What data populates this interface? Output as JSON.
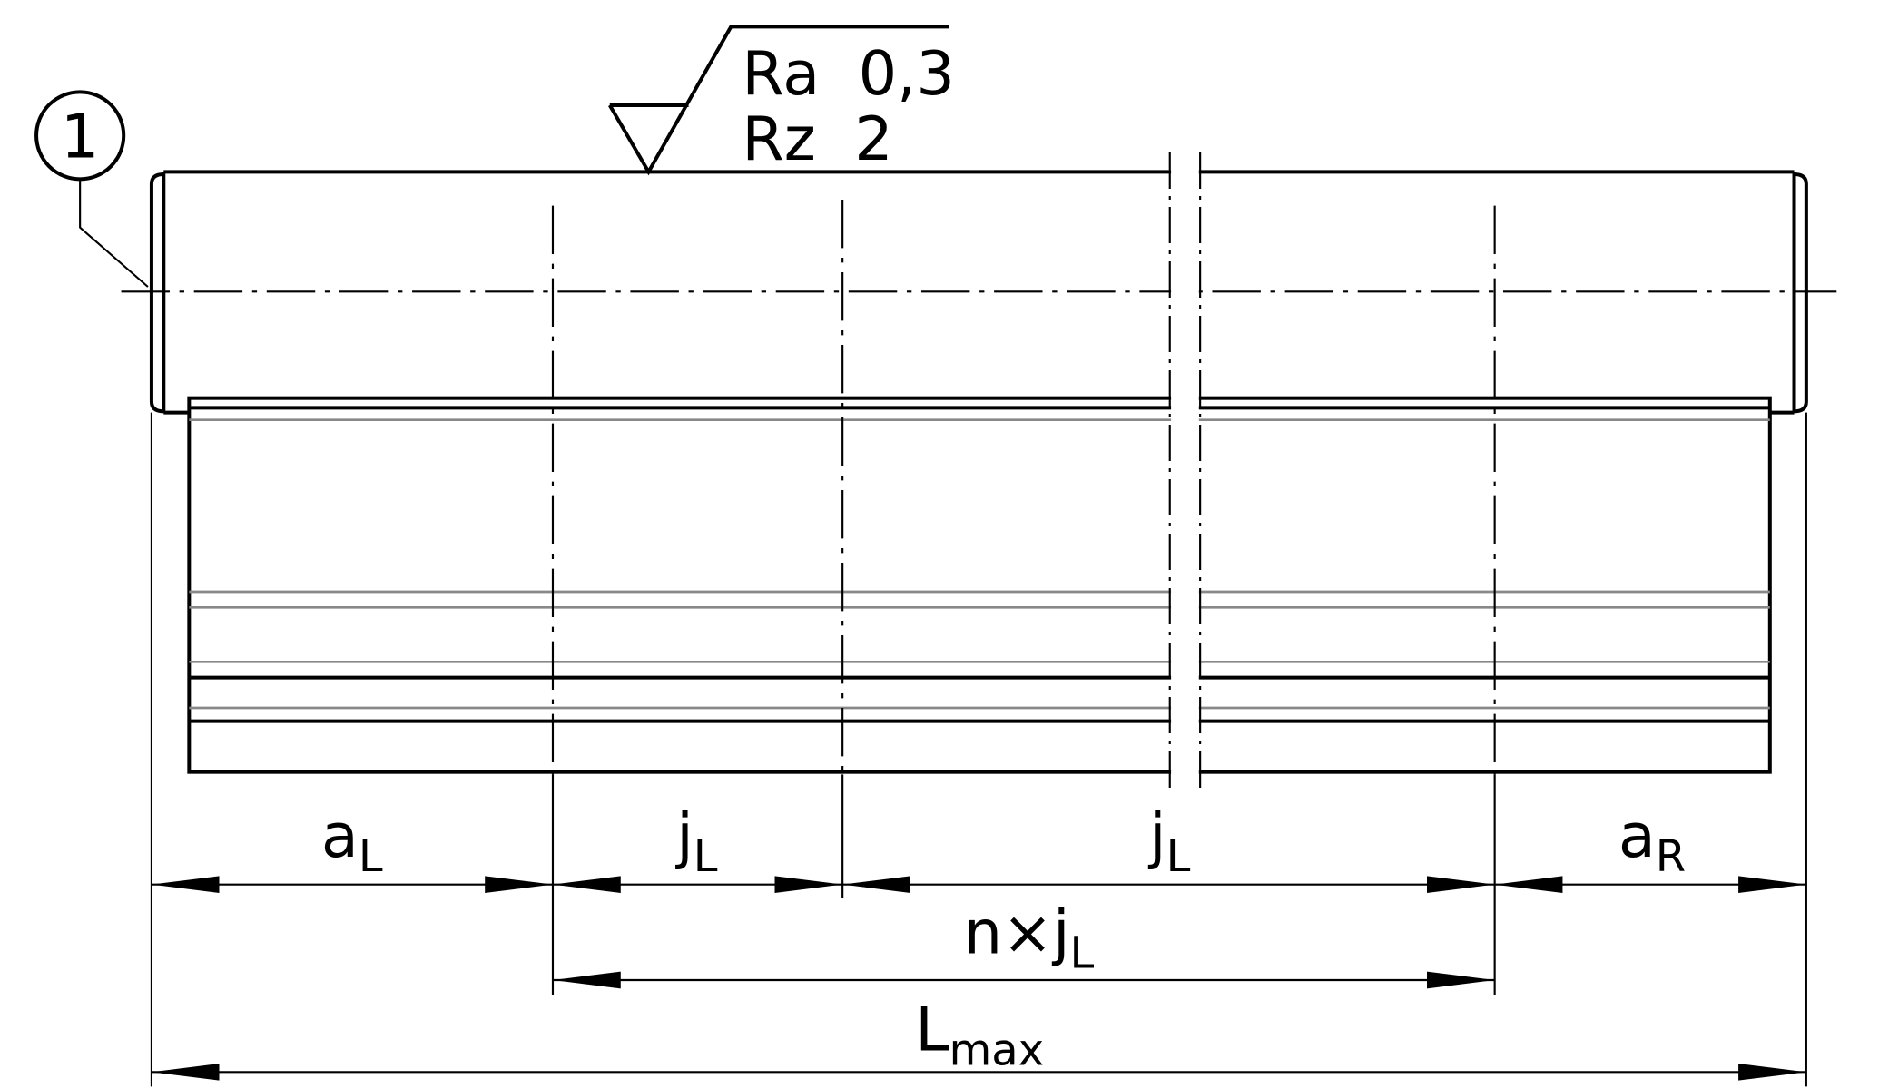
{
  "surface_finish": {
    "line1": "Ra  0,3",
    "line2": "Rz  2"
  },
  "callout": {
    "number": "1"
  },
  "dimensions": {
    "a_left": {
      "main": "a",
      "sub": "L"
    },
    "j_left": {
      "main": "j",
      "sub": "L"
    },
    "j_mid": {
      "main": "j",
      "sub": "L"
    },
    "a_right": {
      "main": "a",
      "sub": "R"
    },
    "n_times_j": {
      "main": "n×j",
      "sub": "L"
    },
    "l_max": {
      "main": "L",
      "sub": "max"
    }
  }
}
